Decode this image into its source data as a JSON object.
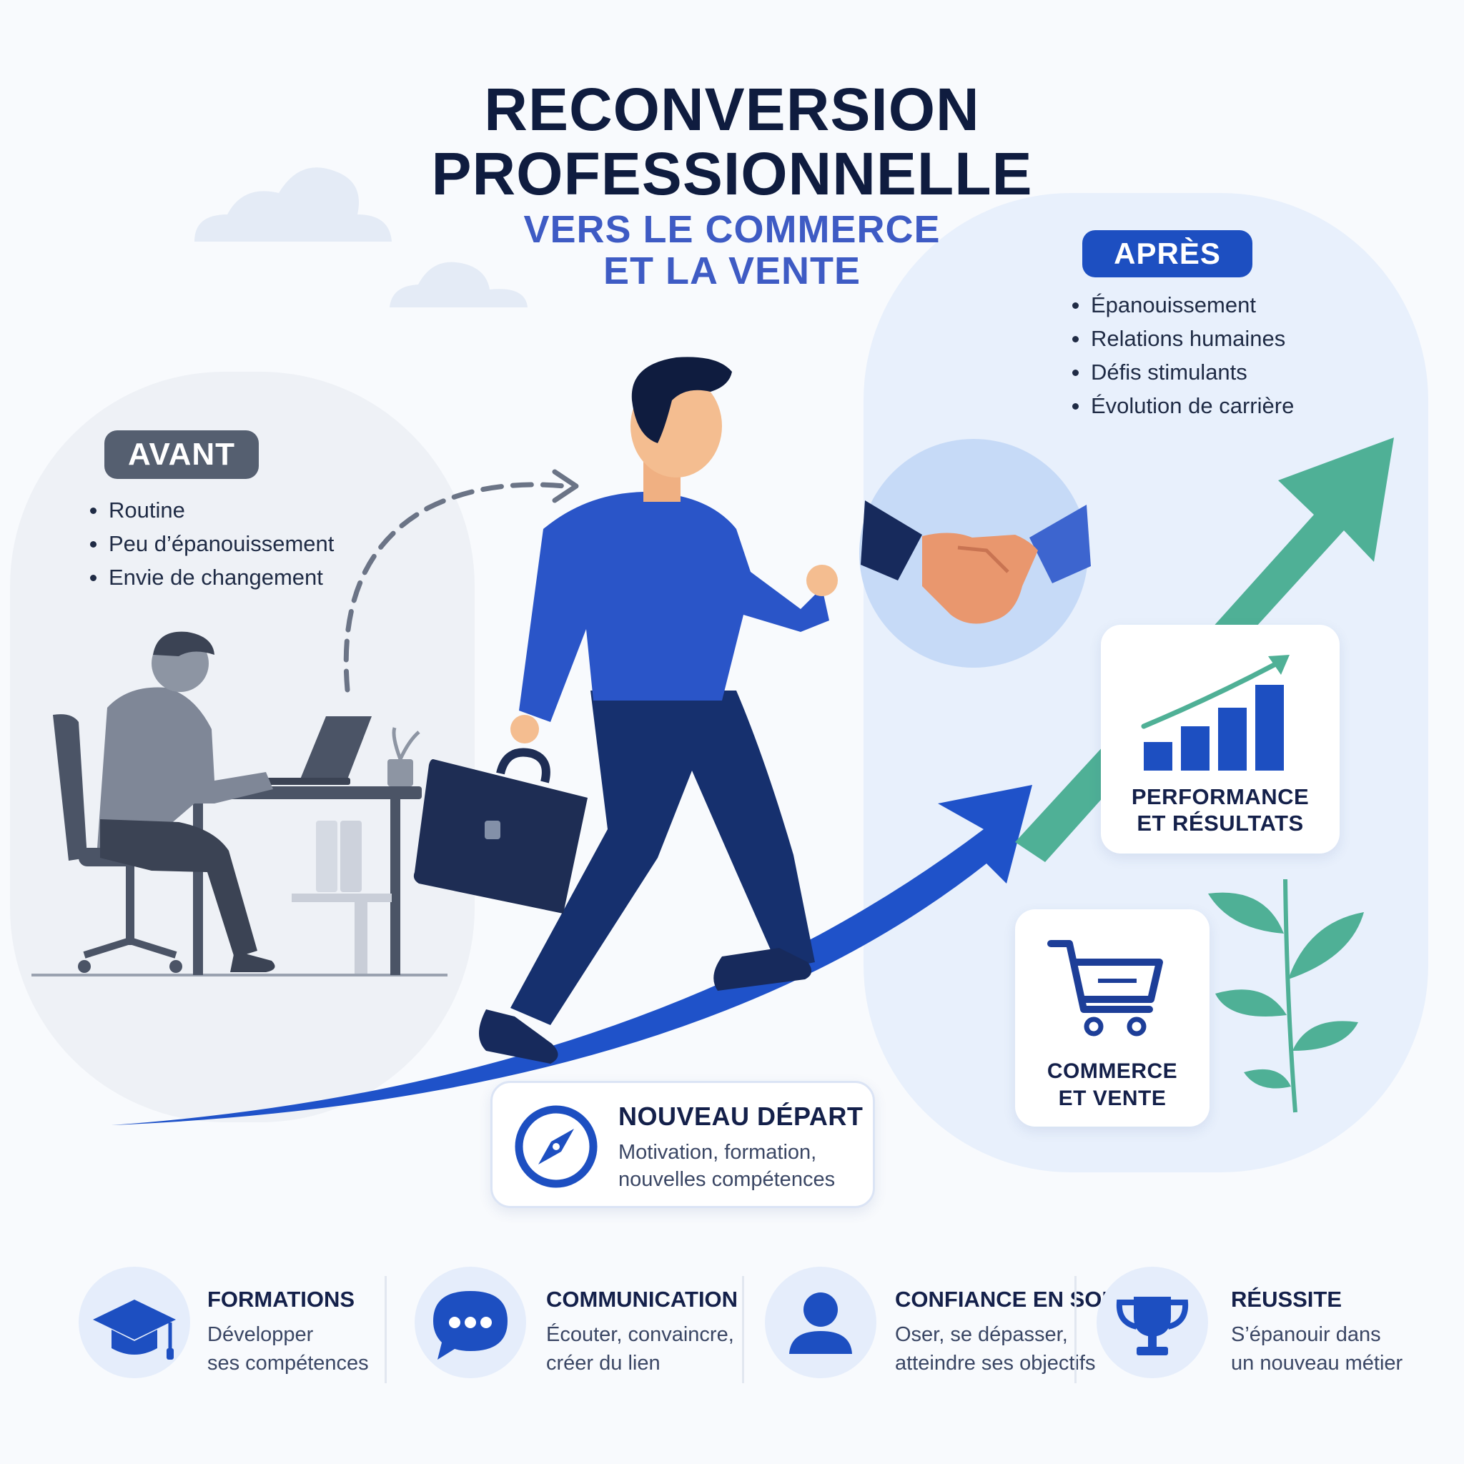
{
  "header": {
    "title_lines": [
      "RECONVERSION",
      "PROFESSIONNELLE"
    ],
    "subtitle_lines": [
      "VERS LE COMMERCE",
      "ET LA VENTE"
    ]
  },
  "avant": {
    "label": "AVANT",
    "items": [
      "Routine",
      "Peu d’épanouissement",
      "Envie de changement"
    ]
  },
  "apres": {
    "label": "APRÈS",
    "items": [
      "Épanouissement",
      "Relations humaines",
      "Défis stimulants",
      "Évolution de carrière"
    ]
  },
  "cards": {
    "performance": {
      "lines": [
        "PERFORMANCE",
        "ET RÉSULTATS"
      ],
      "icon": "bar-chart-icon"
    },
    "commerce": {
      "lines": [
        "COMMERCE",
        "ET VENTE"
      ],
      "icon": "shopping-cart-icon"
    },
    "depart": {
      "title": "NOUVEAU DÉPART",
      "desc_lines": [
        "Motivation, formation,",
        "nouvelles compétences"
      ],
      "icon": "compass-icon"
    }
  },
  "features": [
    {
      "title": "FORMATIONS",
      "desc_lines": [
        "Développer",
        "ses compétences"
      ],
      "icon": "graduation-cap-icon"
    },
    {
      "title": "COMMUNICATION",
      "desc_lines": [
        "Écouter, convaincre,",
        "créer du lien"
      ],
      "icon": "chat-bubble-icon"
    },
    {
      "title": "CONFIANCE EN SOI",
      "desc_lines": [
        "Oser, se dépasser,",
        "atteindre ses objectifs"
      ],
      "icon": "user-icon"
    },
    {
      "title": "RÉUSSITE",
      "desc_lines": [
        "S’épanouir dans",
        "un nouveau métier"
      ],
      "icon": "trophy-icon"
    }
  ],
  "colors": {
    "primary_blue": "#1d4fc1",
    "teal_green": "#4fb096",
    "navy": "#0f1c3f",
    "subtitle_blue": "#3e5bc4",
    "gray_label": "#555f70"
  }
}
